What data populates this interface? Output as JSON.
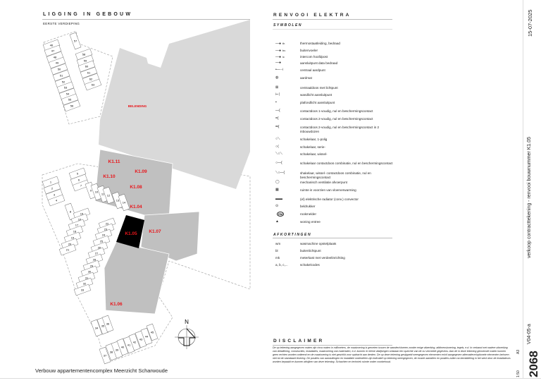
{
  "left": {
    "title": "LIGGING IN GEBOUW",
    "floor": "EERSTE VERDIEPING",
    "neighbor_label": "BELENDING",
    "units": [
      "K1.11",
      "K1.09",
      "K1.10",
      "K1.08",
      "K1.04",
      "K1.05",
      "K1.07",
      "K1.06"
    ],
    "selected_unit": "K1.05",
    "north_label": "N",
    "parking_numbers": [
      "46",
      "47",
      "48",
      "49",
      "50",
      "51",
      "52",
      "53",
      "54",
      "55",
      "56",
      "57",
      "58",
      "59",
      "60",
      "61",
      "62",
      "63",
      "1",
      "2",
      "3",
      "4",
      "5",
      "6",
      "7",
      "8",
      "9",
      "10",
      "11",
      "12",
      "13",
      "14",
      "15",
      "16",
      "17",
      "18",
      "19",
      "20",
      "21",
      "22",
      "23",
      "24",
      "25",
      "26",
      "27",
      "28",
      "29",
      "30",
      "31",
      "32",
      "33",
      "34",
      "35",
      "36",
      "37",
      "38",
      "39",
      "40",
      "41",
      "42",
      "43",
      "44",
      "45"
    ],
    "project_title": "Verbouw appartementencomplex Meerzicht Scharwoude"
  },
  "right": {
    "title": "RENVOOI ELEKTRA",
    "symbols_heading": "SYMBOLEN",
    "symbols": [
      {
        "code": "th",
        "label": "thermostaatleiding, bedraad"
      },
      {
        "code": "bv",
        "label": "buitenvoeler"
      },
      {
        "code": "ic",
        "label": "intercom hoofdpost"
      },
      {
        "code": "",
        "label": "aansluitpunt data bedraad"
      },
      {
        "code": "",
        "label": "centraal aardpunt"
      },
      {
        "code": "",
        "label": "aardmat"
      },
      {
        "code": "",
        "label": "centraaldoos met lichtpunt"
      },
      {
        "code": "",
        "label": "wandlicht aansluitpunt"
      },
      {
        "code": "",
        "label": "plafondlicht aansluitpunt"
      },
      {
        "code": "",
        "label": "contactdoos 1-voudig, nul en beschermingscontact"
      },
      {
        "code": "",
        "label": "contactdoos 2-voudig, nul en beschermingscontact"
      },
      {
        "code": "",
        "label": "contactdoos 2-voudig, nul en beschermingscontact in 2 inbouwdozen"
      },
      {
        "code": "",
        "label": "schakelaar, 1-polig"
      },
      {
        "code": "",
        "label": "schakelaar, serie-"
      },
      {
        "code": "",
        "label": "schakelaar, wissel-"
      },
      {
        "code": "",
        "label": "schakelaar contactdoos combinatie, nul en beschermingscontact"
      },
      {
        "code": "",
        "label": "shakelaar, wissel- contactdoos combinatie, nul en beschermingscontact"
      },
      {
        "code": "",
        "label": "mechanisch ventilatie afvoerpunt"
      },
      {
        "code": "",
        "label": "ruimte is voorzien van vloerverwarming"
      },
      {
        "code": "",
        "label": "(el) elektrische radiator (conv.) convector"
      },
      {
        "code": "",
        "label": "beldrukker"
      },
      {
        "code": "RM",
        "label": "rookmelder"
      },
      {
        "code": "",
        "label": "woning entree"
      }
    ],
    "abbr_heading": "AFKORTINGEN",
    "abbreviations": [
      {
        "code": "wm",
        "label": "wasmachine opstelplaats"
      },
      {
        "code": "bl",
        "label": "buitenlichtpunt"
      },
      {
        "code": "mk",
        "label": "meterkast met verdeelinrichting"
      },
      {
        "code": "a, b, c,...",
        "label": "schakelcodes"
      }
    ],
    "disclaimer_heading": "DISCLAIMER",
    "disclaimer": "De op tekening aangegeven maten zijn circa maten in millimeters, de maatvoering is gemeten tussen de wanden/vloeren zonder enige afwerking, afdimensionering, tegels, e.d. In verband met nadere uitwerking van detaillering, constructies, installaties, maatvoering van materialen, e.d. kunnen er kleine afwijkingen ontstaan ten opzichte van de nu vermelde gegevens. Aan de in deze tekening genoemde maten kunnen geen rechten worden ontleend en de maatvoering is niet geschikt voor opdracht aan derden. De op deze tekening gestippeld weergegeven elementen en/of aangegeven alternatieve/optionele elementen behoren niet tot de standaard levering. De posities van aansluitingen en installatie onderdelen zijn indicatief op tekening weergegeven, de exacte aantallen en posities zullen na bemiddeling in het werk door de installateurs worden bepaald en kunnen afwijken van deze tekening. Schachten en techniek ruimte onder voorbehoud."
  },
  "titleblock": {
    "date": "15-07-2025",
    "description": "verkoop contracttekening - renvooi bouwnummer K1.05",
    "version": "V04-05-a",
    "format": "A3",
    "scale": "1:50",
    "number": "2068"
  },
  "colors": {
    "label_red": "#e8161b",
    "building_gray": "#c0c0c0",
    "selected": "#000000"
  }
}
